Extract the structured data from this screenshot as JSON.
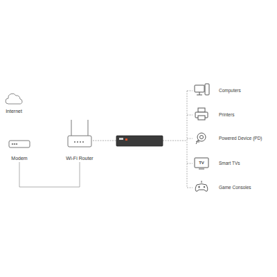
{
  "diagram": {
    "nodes": [
      {
        "text": [
          "Internet"
        ]
      },
      {
        "text": [
          "Modem"
        ]
      },
      {
        "text": [
          "Wi-Fi Router"
        ]
      },
      {
        "text": [
          "Computers"
        ]
      },
      {
        "text": [
          "Printers"
        ]
      },
      {
        "text": [
          "Powered Device (PD)"
        ]
      },
      {
        "text": [
          "Smart TVs"
        ]
      },
      {
        "text": [
          "Game Consoles"
        ]
      }
    ],
    "edges": [
      {
        "from": 1,
        "to": 2,
        "arrow": "none"
      }
    ],
    "labels": [
      "TV"
    ]
  }
}
